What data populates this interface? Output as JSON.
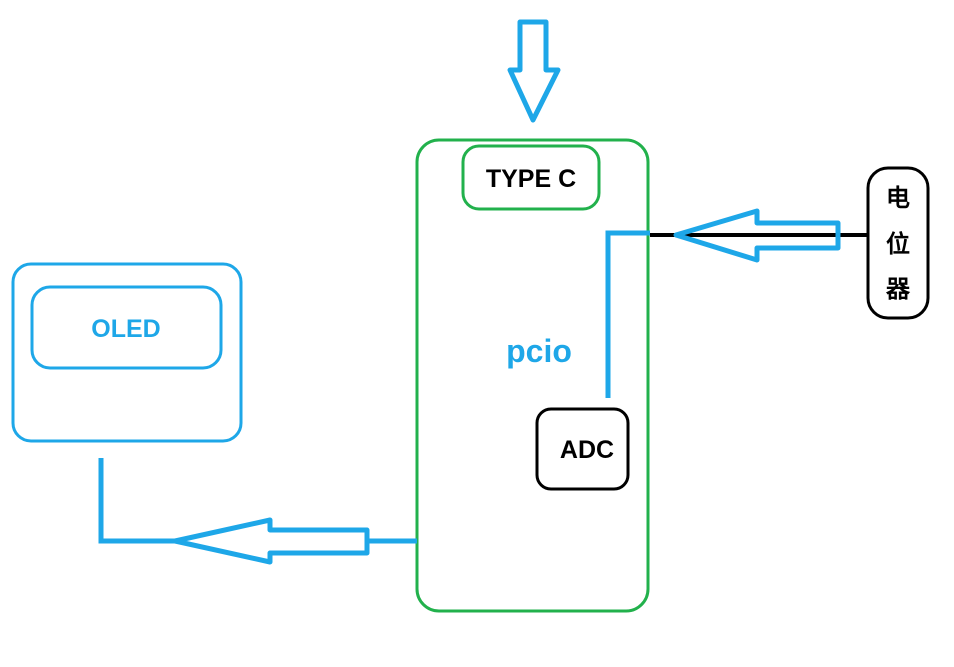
{
  "colors": {
    "blue": "#1ea7e8",
    "green": "#22b14c",
    "black": "#000000",
    "background": "#ffffff"
  },
  "nodes": {
    "board": {
      "label": "pcio"
    },
    "usb_port": {
      "label": "TYPE C"
    },
    "adc": {
      "label": "ADC"
    },
    "display": {
      "label": "OLED"
    },
    "potentiometer": {
      "label_chars": [
        "电",
        "位",
        "器"
      ]
    }
  },
  "edges": [
    {
      "from": "power",
      "to": "usb_port",
      "kind": "arrow"
    },
    {
      "from": "potentiometer",
      "to": "adc",
      "kind": "arrow"
    },
    {
      "from": "board",
      "to": "display",
      "kind": "arrow"
    }
  ]
}
